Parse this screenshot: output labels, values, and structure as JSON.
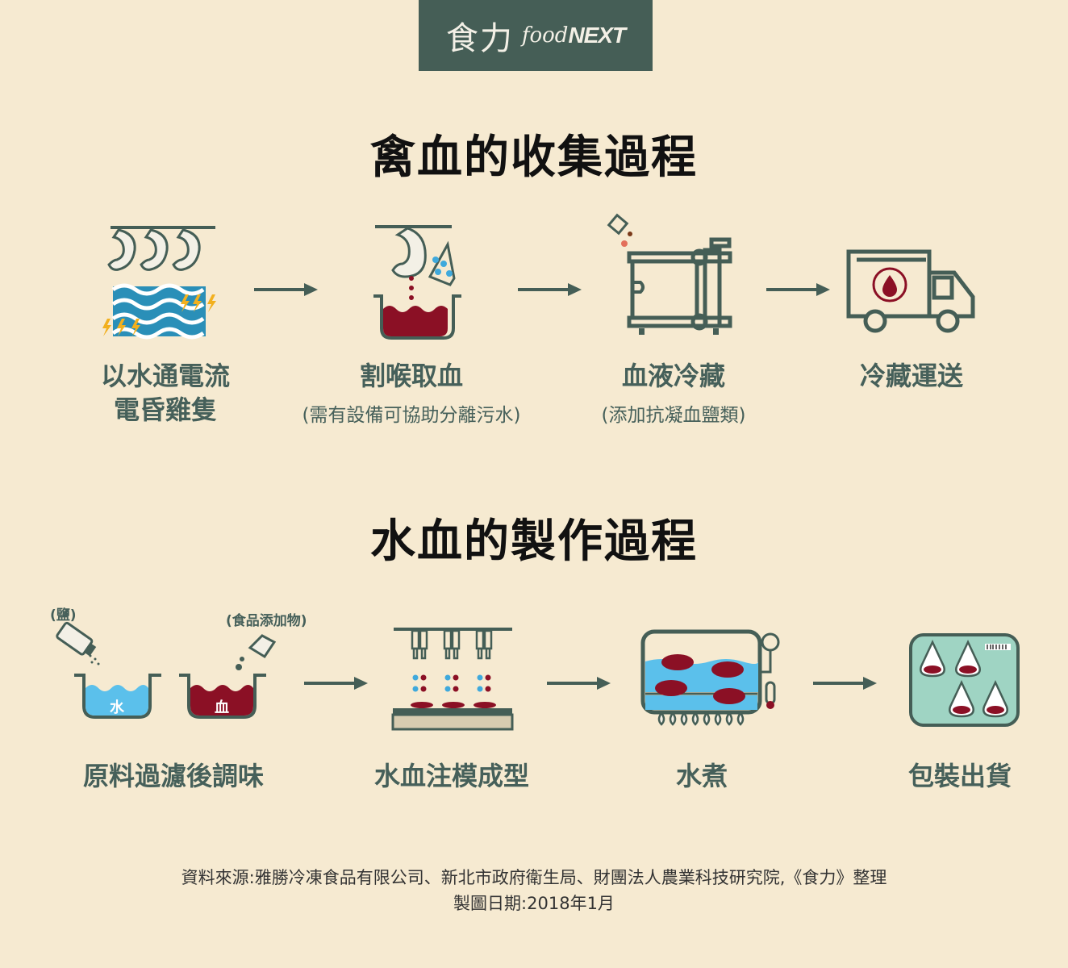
{
  "logo": {
    "zh": "食力",
    "en_food": "food",
    "en_next": "NEXT"
  },
  "section1": {
    "title": "禽血的收集過程",
    "steps": [
      {
        "label_line1": "以水通電流",
        "label_line2": "電昏雞隻",
        "icon": "stun-poultry-water-icon"
      },
      {
        "label_line1": "割喉取血",
        "note": "(需有設備可協助分離污水)",
        "icon": "bleeding-pot-icon"
      },
      {
        "label_line1": "血液冷藏",
        "note": "(添加抗凝血鹽類)",
        "icon": "refrigeration-tank-icon"
      },
      {
        "label_line1": "冷藏運送",
        "icon": "delivery-truck-icon"
      }
    ]
  },
  "section2": {
    "title": "水血的製作過程",
    "salt_note": "(鹽)",
    "additive_note": "(食品添加物)",
    "pot_water_label": "水",
    "pot_blood_label": "血",
    "steps": [
      {
        "label": "原料過濾後調味",
        "icon": "seasoning-pots-icon"
      },
      {
        "label": "水血注模成型",
        "icon": "molding-machine-icon"
      },
      {
        "label": "水煮",
        "icon": "boiling-tank-icon"
      },
      {
        "label": "包裝出貨",
        "icon": "packaging-box-icon"
      }
    ]
  },
  "footer": {
    "source": "資料來源:雅勝冷凍食品有限公司、新北市政府衛生局、財團法人農業科技研究院,《食力》整理",
    "date": "製圖日期:2018年1月"
  },
  "colors": {
    "background": "#f6ead1",
    "primary": "#455e56",
    "blood": "#8b1025",
    "water": "#5bc0eb",
    "water_dark": "#2a8fb8",
    "bolt": "#f2b01e",
    "package_bg": "#9fd4c3"
  }
}
